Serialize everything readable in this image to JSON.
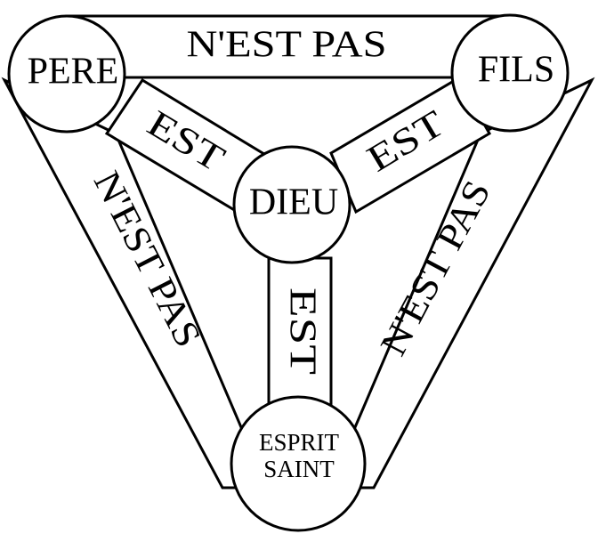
{
  "nodes": {
    "pere": "PERE",
    "fils": "FILS",
    "dieu": "DIEU",
    "esprit_line1": "ESPRIT",
    "esprit_line2": "SAINT"
  },
  "links": {
    "pere_fils": "N'EST PAS",
    "pere_esprit": "N'EST PAS",
    "fils_esprit": "N'EST PAS",
    "pere_dieu": "EST",
    "fils_dieu": "EST",
    "dieu_esprit": "EST"
  }
}
